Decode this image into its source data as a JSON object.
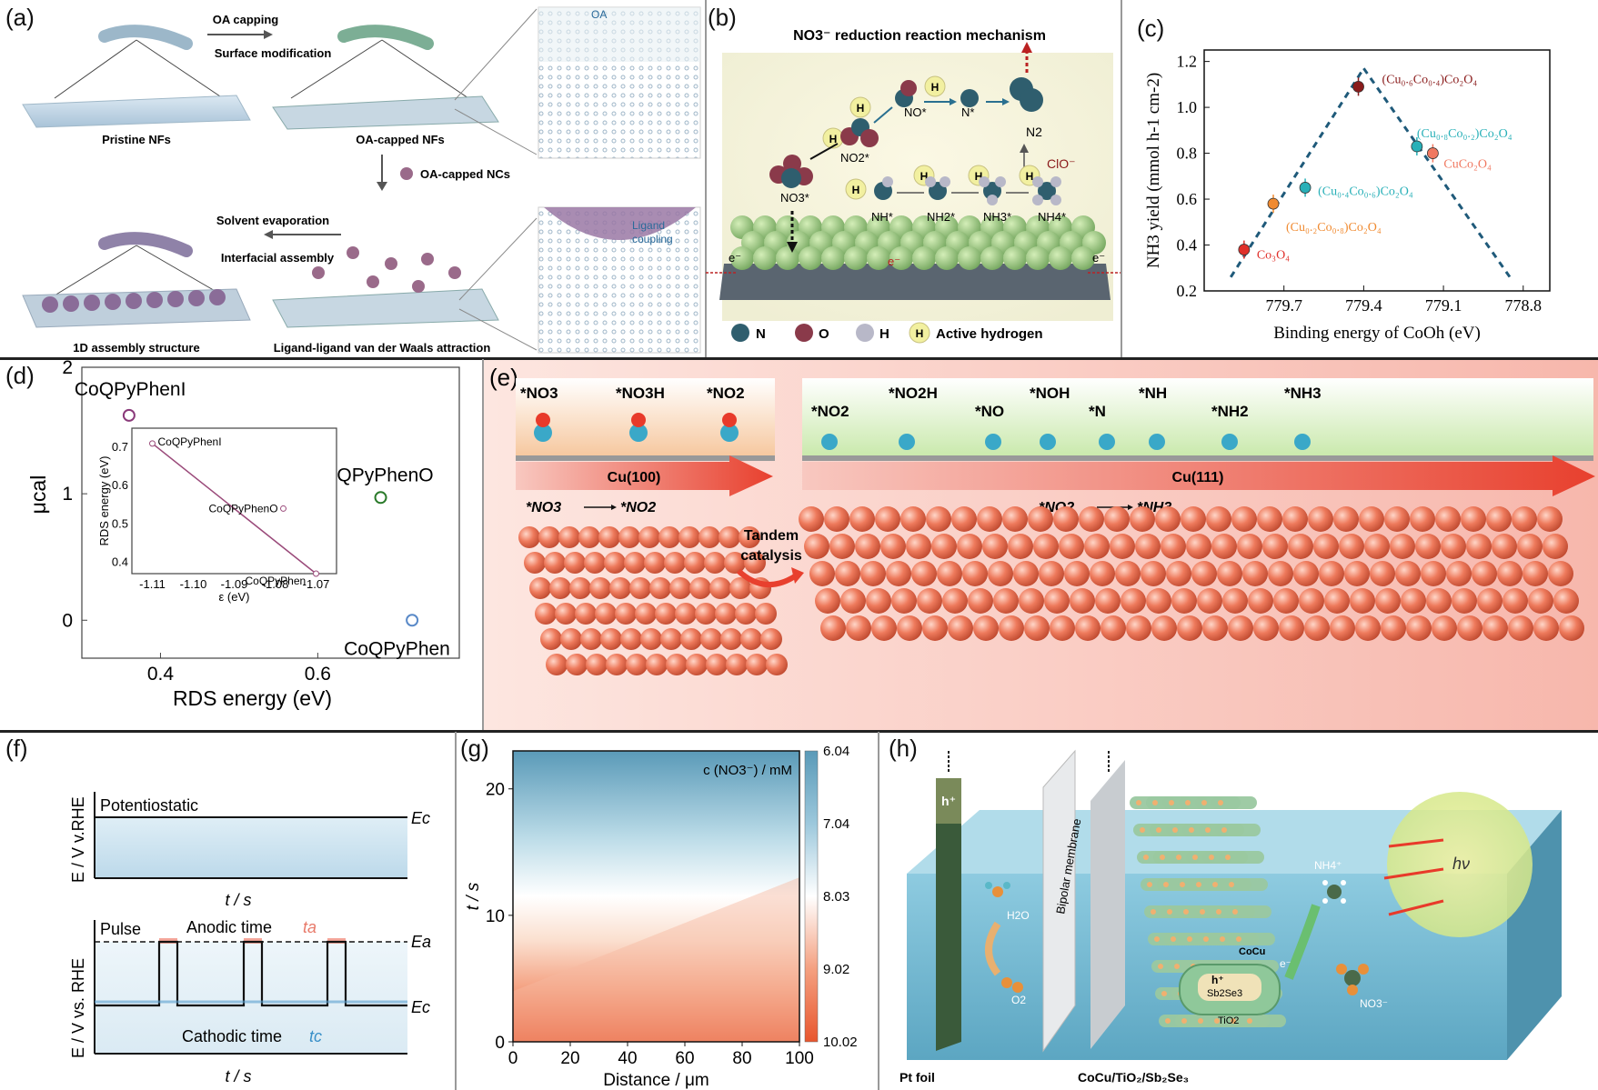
{
  "panels": {
    "a": {
      "label": "(a)",
      "oa_capping": "OA capping",
      "surface_mod": "Surface modification",
      "oa": "OA",
      "pristine": "Pristine NFs",
      "oa_capped_nfs": "OA-capped NFs",
      "oa_capped_ncs": "OA-capped NCs",
      "solvent": "Solvent evaporation",
      "interfacial": "Interfacial assembly",
      "ligand": "Ligand",
      "coupling": "coupling",
      "assembly": "1D assembly structure",
      "vdw": "Ligand-ligand van der Waals attraction"
    },
    "b": {
      "label": "(b)",
      "title": "NO3⁻ reduction reaction mechanism",
      "h": "H",
      "no3": "NO3*",
      "no2": "NO2*",
      "no": "NO*",
      "n": "N*",
      "n2": "N2",
      "clo": "ClO⁻",
      "nh": "NH*",
      "nh2": "NH2*",
      "nh3": "NH3*",
      "nh4": "NH4*",
      "e": "e⁻",
      "legend_n": "N",
      "legend_o": "O",
      "legend_h": "H",
      "legend_active": "Active hydrogen"
    },
    "c": {
      "label": "(c)",
      "pt_labels": [
        "Co₃O₄",
        "(Cu₀.₂Co₀.₈)Co₂O₄",
        "(Cu₀.₄Co₀.₆)Co₂O₄",
        "(Cu₀.₆Co₀.₄)Co₂O₄",
        "(Cu₀.₈Co₀.₂)Co₂O₄",
        "CuCo₂O₄"
      ]
    },
    "d": {
      "label": "(d)",
      "pt_labels": [
        "CoQPyPhenI",
        "CoQPyPhenO",
        "CoQPyPhen"
      ],
      "inset_labels": [
        "CoQPyPhenI",
        "CoQPyPhenO",
        "CoQPyPhen"
      ]
    },
    "e": {
      "label": "(e)",
      "top_left": [
        "*NO3",
        "*NO3H",
        "*NO2"
      ],
      "top_right": [
        "*NO2",
        "*NO2H",
        "*NO",
        "*NOH",
        "*N",
        "*NH",
        "*NH2",
        "*NH3"
      ],
      "cu100": "Cu(100)",
      "cu111": "Cu(111)",
      "rxn_left_a": "*NO3",
      "rxn_left_b": "*NO2",
      "rxn_right_a": "*NO2",
      "rxn_right_b": "*NH3",
      "tandem": "Tandem",
      "catalysis": "catalysis"
    },
    "f": {
      "label": "(f)",
      "potentiostatic": "Potentiostatic",
      "ylabel_top": "E / V v.RHE",
      "ylabel_bottom": "E / V vs. RHE",
      "ec": "Ec",
      "ea": "Ea",
      "t_label": "t / s",
      "pulse": "Pulse",
      "anodic": "Anodic time",
      "ta": "ta",
      "cathodic": "Cathodic time",
      "tc": "tc"
    },
    "g": {
      "label": "(g)"
    },
    "h": {
      "label": "(h)",
      "hplus": "h⁺",
      "bipolar": "Bipolar membrane",
      "h2o": "H2O",
      "o2": "O2",
      "nh4": "NH4⁺",
      "cocu": "CoCu",
      "e": "e⁻",
      "sb2se3": "Sb2Se3",
      "tio2": "TiO2",
      "no3": "NO3⁻",
      "hv": "hν",
      "pt_foil": "Pt foil",
      "electrode": "CoCu/TiO₂/Sb₂Se₃"
    }
  },
  "chart_data": [
    {
      "id": "c",
      "type": "scatter",
      "xlabel": "Binding energy of CoOh (eV)",
      "ylabel": "NH3 yield (mmol h-1 cm-2)",
      "xlim": [
        780.0,
        778.7
      ],
      "ylim": [
        0.2,
        1.25
      ],
      "xticks": [
        779.7,
        779.4,
        779.1,
        778.8
      ],
      "yticks": [
        0.2,
        0.4,
        0.6,
        0.8,
        1.0,
        1.2
      ],
      "points": [
        {
          "name": "Co₃O₄",
          "x": 779.85,
          "y": 0.38,
          "color": "#e0302a"
        },
        {
          "name": "(Cu₀.₂Co₀.₈)Co₂O₄",
          "x": 779.74,
          "y": 0.58,
          "color": "#f08a30"
        },
        {
          "name": "(Cu₀.₄Co₀.₆)Co₂O₄",
          "x": 779.62,
          "y": 0.65,
          "color": "#28b0b8"
        },
        {
          "name": "(Cu₀.₆Co₀.₄)Co₂O₄",
          "x": 779.42,
          "y": 1.09,
          "color": "#8a1c1c"
        },
        {
          "name": "(Cu₀.₈Co₀.₂)Co₂O₄",
          "x": 779.2,
          "y": 0.83,
          "color": "#28b0b8"
        },
        {
          "name": "CuCo₂O₄",
          "x": 779.14,
          "y": 0.8,
          "color": "#f07860"
        }
      ]
    },
    {
      "id": "d",
      "type": "scatter",
      "xlabel": "RDS energy (eV)",
      "ylabel": "μcal",
      "xlim": [
        0.3,
        0.78
      ],
      "ylim": [
        -0.3,
        2.0
      ],
      "xticks": [
        0.4,
        0.6
      ],
      "yticks": [
        0,
        1,
        2
      ],
      "points": [
        {
          "name": "CoQPyPhenI",
          "x": 0.36,
          "y": 1.62,
          "color": "#8a3a7a"
        },
        {
          "name": "CoQPyPhenO",
          "x": 0.68,
          "y": 0.97,
          "color": "#2a7a2a"
        },
        {
          "name": "CoQPyPhen",
          "x": 0.72,
          "y": 0.0,
          "color": "#5a8ac8"
        }
      ],
      "inset": {
        "xlabel": "ε (eV)",
        "ylabel": "RDS energy (eV)",
        "xlim": [
          -1.115,
          -1.065
        ],
        "ylim": [
          0.37,
          0.75
        ],
        "xticks": [
          -1.11,
          -1.1,
          -1.09,
          -1.08,
          -1.07
        ],
        "yticks": [
          0.4,
          0.5,
          0.6,
          0.7
        ],
        "points": [
          {
            "name": "CoQPyPhenI",
            "x": -1.11,
            "y": 0.71
          },
          {
            "name": "CoQPyPhenO",
            "x": -1.078,
            "y": 0.54
          },
          {
            "name": "CoQPyPhen",
            "x": -1.07,
            "y": 0.37
          }
        ]
      }
    },
    {
      "id": "g",
      "type": "heatmap",
      "xlabel": "Distance / μm",
      "ylabel": "t / s",
      "xlim": [
        0,
        100
      ],
      "ylim": [
        0,
        23
      ],
      "xticks": [
        0,
        20,
        40,
        60,
        80,
        100
      ],
      "yticks": [
        0,
        10,
        20
      ],
      "colorbar_label": "c (NO3⁻) / mM",
      "colorbar_ticks": [
        6.04,
        7.04,
        8.03,
        9.02,
        10.02
      ]
    }
  ]
}
